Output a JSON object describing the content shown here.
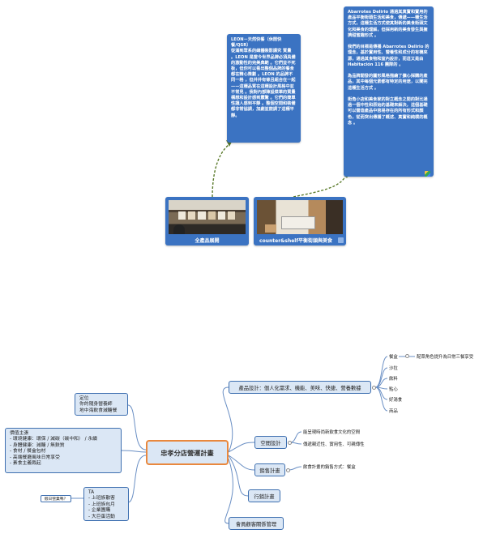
{
  "notes": {
    "leon": "LEON－天然快餐（休閒快餐/QSR）\n從滿到眾系的總體裝影講究 質量 。LEON 是當今世界品牌必須具備的激動性的完美典範 。它們並不死板，但你可以看出整個品牌的餐食都在精心策劃 。LEON 的品牌不同一格 ，但并并有條且組合在一起——這種品質在這種設計風格中並不常見 。我對內部陳設菜單的質量構想和設計感到震驚 。它們的簡單性讓人感到平靜 。整個空間和裝備都非常協調，加劇並鼓調了這種平靜。",
    "abarrotes": "Abarrotes Delirio 通過其真實和實用的產品平衡街頭生活和美食，傳遞——種生活方式，這種生活方式使其對新的美食街頭文化和美食的理解，但採用新的美食發生與擁擠甜蜜趣形式 。\n\n我們的目標是傳播 Abarrotes Delirio 的理念，基於實用性、營養性和成分的有機來源，通過其食物和室內設計，而這又是由 Habitación 116 團隊的 。\n\n為品牌開發的圖形風格描繪了擴心採購的產品，其中每個元素都有特定的用途，以闡完這種生活方式 。\n\n街角小店和美食家的對立概念之間的對比通過一個中性和原始的基礎來解決，這個基礎可以營造產品中容易存在的所有形式和顏色，從而突出傳播了概述、真實和純樸的概念 。"
  },
  "images": {
    "left_caption": "全產品展開",
    "right_caption": "counter&shelf平衡街頭與美食"
  },
  "mindmap": {
    "central": "忠孝分店營運計畫",
    "topics": {
      "product": "產品設計：個人化需求、機能、美味、快捷、營養數據",
      "space": "空間設計",
      "sales": "銷售計畫",
      "marketing": "行銷計畫",
      "crm": "會員顧客關係管理"
    },
    "product_items": [
      "餐盒",
      "沙拉",
      "飲料",
      "點心",
      "好湯食",
      "商品"
    ],
    "product_note": "配菜角色提升為日常三餐享受",
    "space_items": [
      "能呈現時尚新飲食文化的空間",
      "傳遞親近性、實用性、可親傳性"
    ],
    "sales_item": "飲食計畫的銷售方式：餐盒",
    "position": "定位\n你的隨身營養師\n地中海飲食減醣餐",
    "values": "價值主張\n- 環境健康：環保 / 減碳（碳中和） / 永續\n- 身體健康：減醣 / 無麩質\n- 食材 / 餐盒包材\n- 高端餐廳風味日常享受\n- 素食主義裁起",
    "ta": "TA\n- 上班族散客\n- 上班族包月\n- 企業團購\n- 大巨蛋活動",
    "ta_question": "假日營業嗎？"
  },
  "colors": {
    "note_bg": "#3b73c2",
    "topic_border": "#3e6fb0",
    "topic_fill": "#dbe7f5",
    "central_border": "#e9883e",
    "connector": "#6a8fc4",
    "dashed_link": "#5a7a2a"
  }
}
